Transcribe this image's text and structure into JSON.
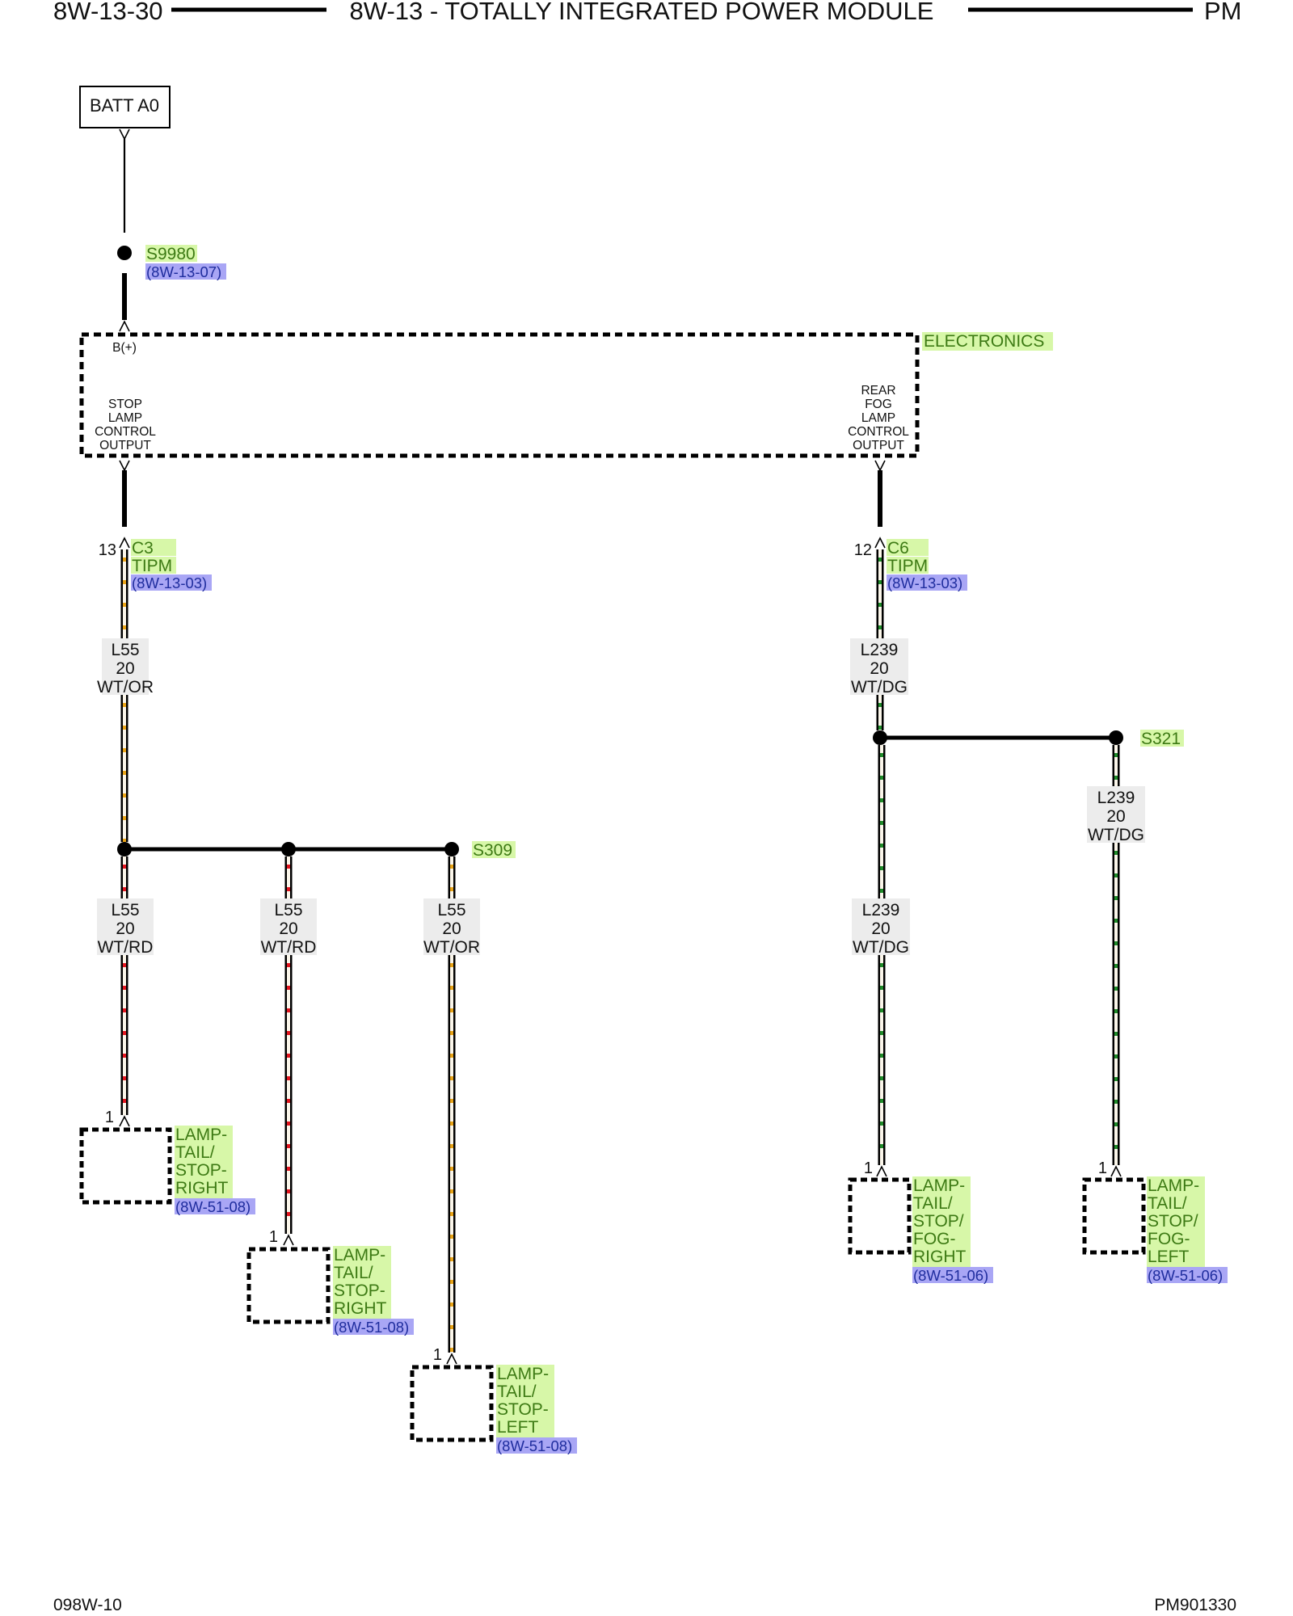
{
  "header": {
    "left": "8W-13-30",
    "title": "8W-13 - TOTALLY INTEGRATED POWER MODULE",
    "right": "PM"
  },
  "footer": {
    "left": "098W-10",
    "right": "PM901330"
  },
  "colors": {
    "line": "#000000",
    "label_highlight": "#d7f7a8",
    "label_text": "#3d7a14",
    "ref_highlight": "#a9a6f5",
    "ref_text": "#1f2d9e",
    "wire_label_bg": "#ececec",
    "stripe_orange": "#e8a317",
    "stripe_red": "#e0141e",
    "stripe_green": "#1f8a2a"
  },
  "source": {
    "label": "BATT A0"
  },
  "splice_s9980": {
    "name": "S9980",
    "ref": "(8W-13-07)"
  },
  "module": {
    "name": "ELECTRONICS",
    "pin_bplus": "B(+)",
    "left_output": [
      "STOP",
      "LAMP",
      "CONTROL",
      "OUTPUT"
    ],
    "right_output": [
      "REAR",
      "FOG",
      "LAMP",
      "CONTROL",
      "OUTPUT"
    ]
  },
  "connector_c3": {
    "pin": "13",
    "name": "C3",
    "sub": "TIPM",
    "ref": "(8W-13-03)"
  },
  "connector_c6": {
    "pin": "12",
    "name": "C6",
    "sub": "TIPM",
    "ref": "(8W-13-03)"
  },
  "wires": {
    "w1": {
      "circuit": "L55",
      "gauge": "20",
      "color": "WT/OR"
    },
    "w2": {
      "circuit": "L55",
      "gauge": "20",
      "color": "WT/RD"
    },
    "w3": {
      "circuit": "L55",
      "gauge": "20",
      "color": "WT/RD"
    },
    "w4": {
      "circuit": "L55",
      "gauge": "20",
      "color": "WT/OR"
    },
    "w5": {
      "circuit": "L239",
      "gauge": "20",
      "color": "WT/DG"
    },
    "w6": {
      "circuit": "L239",
      "gauge": "20",
      "color": "WT/DG"
    },
    "w7": {
      "circuit": "L239",
      "gauge": "20",
      "color": "WT/DG"
    }
  },
  "splices": {
    "s309": "S309",
    "s321": "S321"
  },
  "lamps": {
    "l1": {
      "pin": "1",
      "name": [
        "LAMP-",
        "TAIL/",
        "STOP-",
        "RIGHT"
      ],
      "ref": "(8W-51-08)"
    },
    "l2": {
      "pin": "1",
      "name": [
        "LAMP-",
        "TAIL/",
        "STOP-",
        "RIGHT"
      ],
      "ref": "(8W-51-08)"
    },
    "l3": {
      "pin": "1",
      "name": [
        "LAMP-",
        "TAIL/",
        "STOP-",
        "LEFT"
      ],
      "ref": "(8W-51-08)"
    },
    "l4": {
      "pin": "1",
      "name": [
        "LAMP-",
        "TAIL/",
        "STOP/",
        "FOG-",
        "RIGHT"
      ],
      "ref": "(8W-51-06)"
    },
    "l5": {
      "pin": "1",
      "name": [
        "LAMP-",
        "TAIL/",
        "STOP/",
        "FOG-",
        "LEFT"
      ],
      "ref": "(8W-51-06)"
    }
  }
}
